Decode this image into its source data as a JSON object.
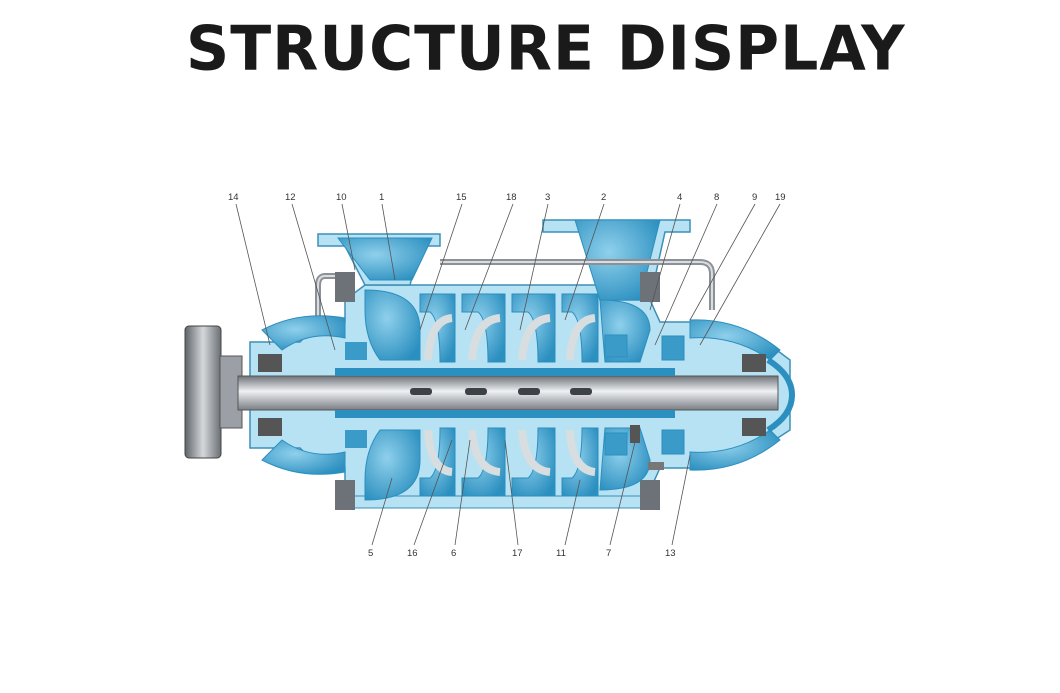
{
  "title": "STRUCTURE DISPLAY",
  "colors": {
    "water": "#4fb3d9",
    "water_dark": "#2b8fbf",
    "casing": "#a8dcef",
    "casing_edge": "#3b8fb8",
    "shaft": "#9aa0a6",
    "shaft_highlight": "#e6e8ea",
    "leader": "#555555"
  },
  "diagram": {
    "top_callouts": [
      "14",
      "12",
      "10",
      "1",
      "15",
      "18",
      "3",
      "2",
      "4",
      "8",
      "9",
      "19"
    ],
    "bottom_callouts": [
      "5",
      "16",
      "6",
      "17",
      "11",
      "7",
      "13"
    ]
  }
}
